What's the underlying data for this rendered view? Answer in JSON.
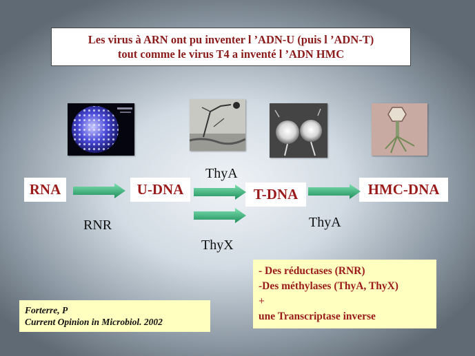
{
  "title": {
    "line1": "Les virus à ARN ont pu inventer l ’ADN-U (puis l ’ADN-T)",
    "line2": "tout comme le virus T4 a inventé l ’ADN HMC"
  },
  "images": {
    "virus": "virus-particle-image",
    "micrograph": "electron-micrograph-image",
    "capsids": "capsids-micrograph-image",
    "phage": "bacteriophage-image"
  },
  "nodes": {
    "rna": "RNA",
    "udna": "U-DNA",
    "tdna": "T-DNA",
    "hmcdna": "HMC-DNA"
  },
  "enzymes": {
    "rnr": "RNR",
    "thya_top": "ThyA",
    "thyx": "ThyX",
    "thya_right": "ThyA"
  },
  "notes": {
    "line1": "- Des réductases (RNR)",
    "line2": "-Des méthylases (ThyA, ThyX)",
    "line3": "+",
    "line4": "une Transcriptase inverse"
  },
  "reference": {
    "author": "Forterre, P",
    "journal": "Current Opinion in Microbiol. 2002"
  },
  "colors": {
    "node_text": "#9b1b1b",
    "arrow_fill": "#2fae78",
    "note_bg": "#ffffbf"
  }
}
